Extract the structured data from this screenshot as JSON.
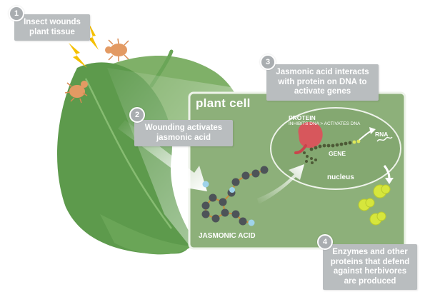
{
  "steps": [
    {
      "number": "1",
      "text": "Insect wounds plant tissue"
    },
    {
      "number": "2",
      "text": "Wounding activates jasmonic acid"
    },
    {
      "number": "3",
      "text": "Jasmonic acid interacts with protein on DNA to activate genes"
    },
    {
      "number": "4",
      "text": "Enzymes and other proteins that defend against herbivores are produced"
    }
  ],
  "cell": {
    "title": "plant cell",
    "jasmonic_label": "JASMONIC ACID",
    "protein_label": "PROTEIN",
    "protein_sublabel": "INHIBITS DNA > ACTIVATES DNA",
    "gene_label": "GENE",
    "rna_label": "RNA",
    "nucleus_label": "nucleus"
  },
  "colors": {
    "leaf_dark": "#5d9a4c",
    "leaf_light": "#86b56f",
    "cell_fill": "#8db07a",
    "cell_border": "#eef3ea",
    "callout": "#b9bdbf",
    "insect": "#e39a63",
    "lightning": "#f5c000",
    "protein": "#d7575c",
    "enzyme": "#d6e63c",
    "molecule": "#4d5358",
    "accent_blue": "#9fd3ea"
  }
}
